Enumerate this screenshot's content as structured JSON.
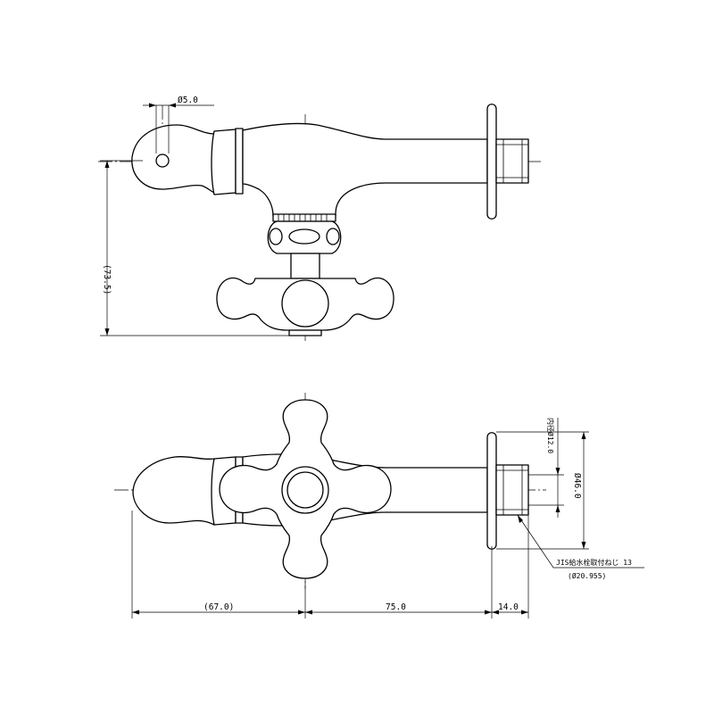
{
  "top_view": {
    "dim_pin_diameter": "Ø5.0",
    "dim_height": "(73.5)"
  },
  "bottom_view": {
    "dim_bore_diameter": "内径Ø12.0",
    "dim_flange_diameter": "Ø46.0",
    "thread_note": "JIS給水栓取付ねじ 13",
    "thread_note_sub": "(Ø20.955)",
    "dim_left_length": "(67.0)",
    "dim_mid_length": "75.0",
    "dim_right_length": "14.0"
  }
}
